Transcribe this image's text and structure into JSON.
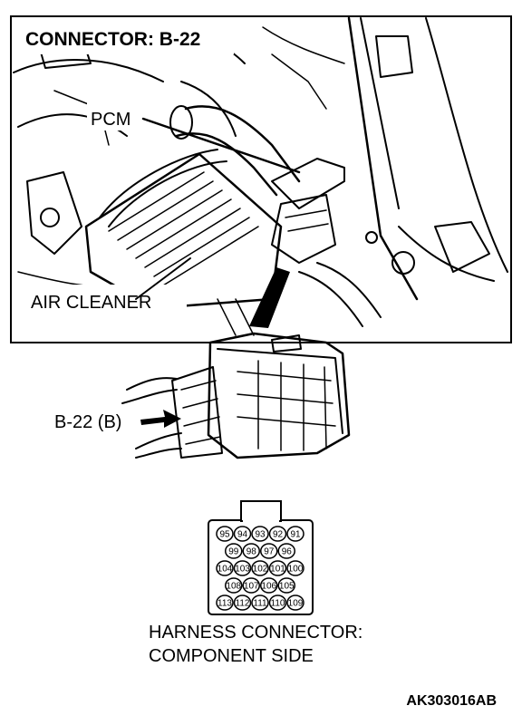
{
  "title": "CONNECTOR: B-22",
  "labels": {
    "pcm": "PCM",
    "air_cleaner": "AIR CLEANER",
    "connector_callout": "B-22 (B)"
  },
  "caption": {
    "line1": "HARNESS CONNECTOR:",
    "line2": "COMPONENT SIDE"
  },
  "figure_code": "AK303016AB",
  "connector_pins": [
    [
      "95",
      "94",
      "93",
      "92",
      "91"
    ],
    [
      "99",
      "98",
      "97",
      "96"
    ],
    [
      "104",
      "103",
      "102",
      "101",
      "100"
    ],
    [
      "108",
      "107",
      "106",
      "105"
    ],
    [
      "113",
      "112",
      "111",
      "110",
      "109"
    ]
  ]
}
